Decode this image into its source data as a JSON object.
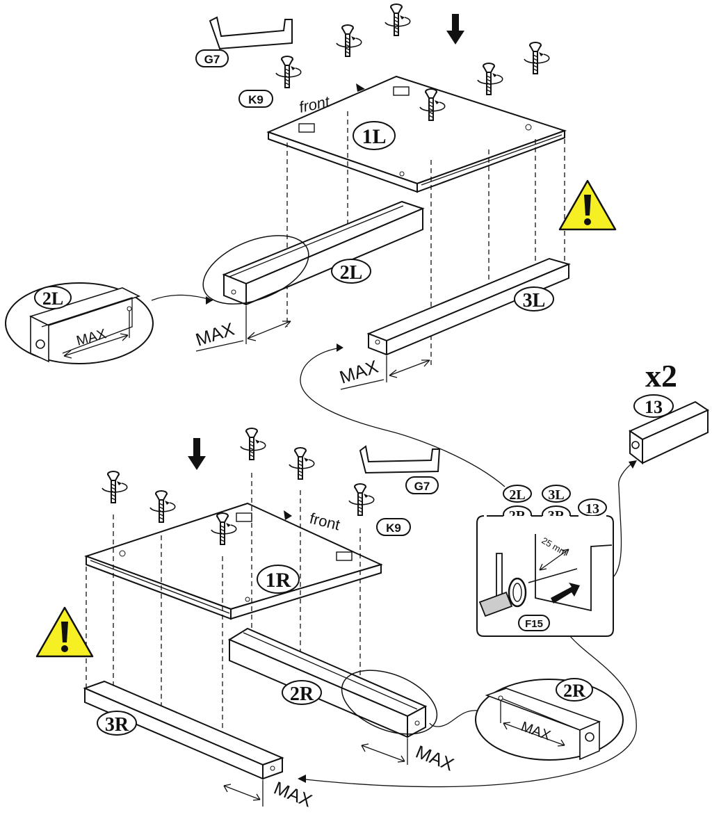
{
  "labels": {
    "g7": "G7",
    "k9": "K9",
    "front": "front",
    "p1l": "1L",
    "p2l": "2L",
    "p3l": "3L",
    "p1r": "1R",
    "p2r": "2R",
    "p3r": "3R",
    "p13": "13",
    "f15": "F15",
    "max": "MAX",
    "x2": "x2",
    "mm25": "25 mm",
    "warning": "!"
  },
  "icons": [
    "hex-key-icon",
    "screw-icon",
    "rotate-arrow-icon",
    "down-arrow-icon",
    "warning-icon",
    "hammer-icon",
    "nail-icon"
  ],
  "colors": {
    "warning": "#f6ef24",
    "line": "#111111",
    "paper": "#ffffff"
  }
}
